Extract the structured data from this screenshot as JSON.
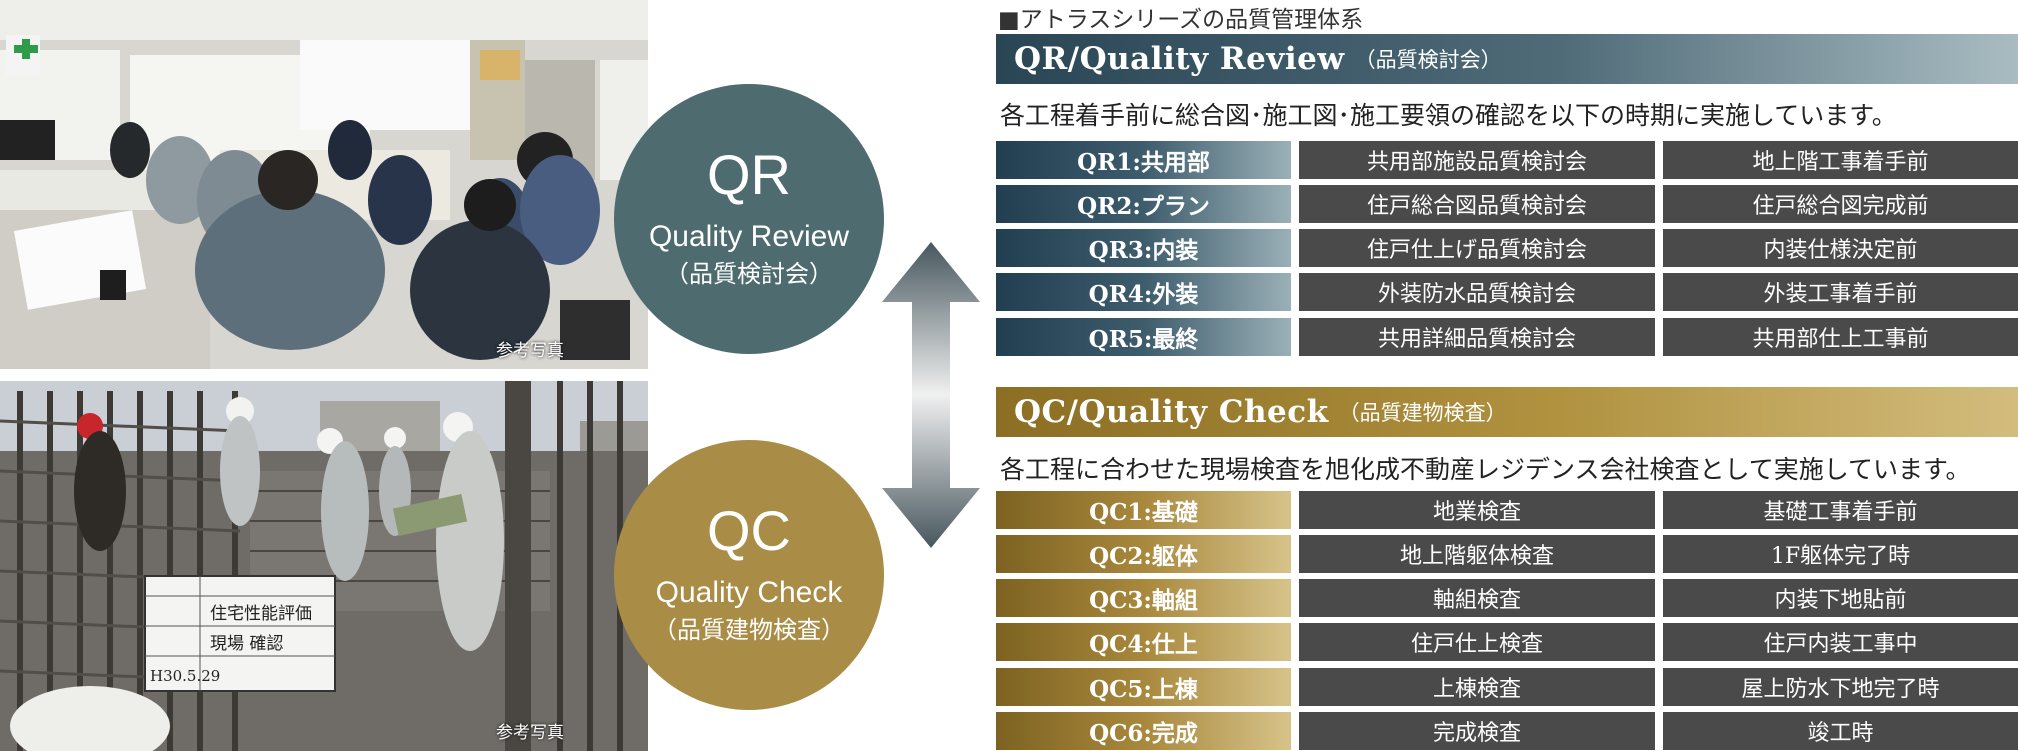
{
  "photos": {
    "top_caption": "参考写真",
    "bottom_caption": "参考写真",
    "board_text": [
      "住宅性能評価",
      "現場 確認",
      "H30.5.29"
    ]
  },
  "qr_circle": {
    "abbr": "QR",
    "english": "Quality Review",
    "japanese": "（品質検討会）",
    "color": "#4e6b70"
  },
  "qc_circle": {
    "abbr": "QC",
    "english": "Quality Check",
    "japanese": "（品質建物検査）",
    "color": "#a98d47"
  },
  "system_title": "■アトラスシリーズの品質管理体系",
  "qr_section": {
    "title": "QR/Quality Review",
    "subtitle": "（品質検討会）",
    "description": "各工程着手前に総合図･施工図･施工要領の確認を以下の時期に実施しています。",
    "rows": [
      {
        "stage": "QR1:共用部",
        "meeting": "共用部施設品質検討会",
        "timing": "地上階工事着手前"
      },
      {
        "stage": "QR2:プラン",
        "meeting": "住戸総合図品質検討会",
        "timing": "住戸総合図完成前"
      },
      {
        "stage": "QR3:内装",
        "meeting": "住戸仕上げ品質検討会",
        "timing": "内装仕様決定前"
      },
      {
        "stage": "QR4:外装",
        "meeting": "外装防水品質検討会",
        "timing": "外装工事着手前"
      },
      {
        "stage": "QR5:最終",
        "meeting": "共用詳細品質検討会",
        "timing": "共用部仕上工事前"
      }
    ]
  },
  "qc_section": {
    "title": "QC/Quality Check",
    "subtitle": "（品質建物検査）",
    "description": "各工程に合わせた現場検査を旭化成不動産レジデンス会社検査として実施しています。",
    "rows": [
      {
        "stage": "QC1:基礎",
        "inspection": "地業検査",
        "timing": "基礎工事着手前"
      },
      {
        "stage": "QC2:躯体",
        "inspection": "地上階躯体検査",
        "timing": "1F躯体完了時"
      },
      {
        "stage": "QC3:軸組",
        "inspection": "軸組検査",
        "timing": "内装下地貼前"
      },
      {
        "stage": "QC4:仕上",
        "inspection": "住戸仕上検査",
        "timing": "住戸内装工事中"
      },
      {
        "stage": "QC5:上棟",
        "inspection": "上棟検査",
        "timing": "屋上防水下地完了時"
      },
      {
        "stage": "QC6:完成",
        "inspection": "完成検査",
        "timing": "竣工時"
      }
    ]
  },
  "colors": {
    "qr_band": "#3e5e6d",
    "qc_band": "#a2832f",
    "cell_dark": "#4a4a4a"
  }
}
